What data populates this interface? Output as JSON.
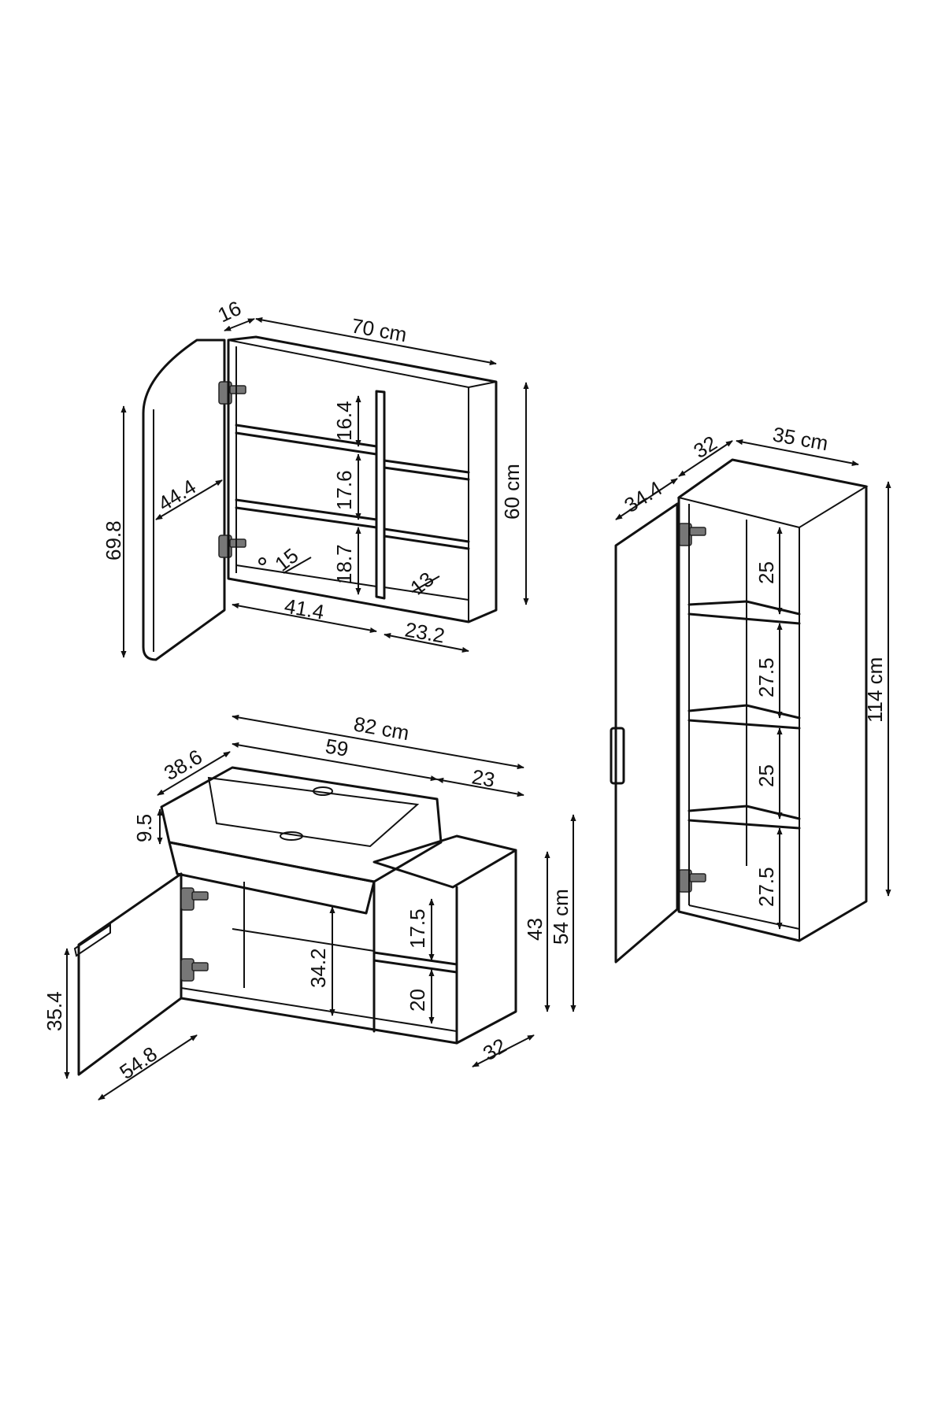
{
  "mirror_cabinet": {
    "depth": "16",
    "width": "70 cm",
    "height": "60 cm",
    "door_height": "69.8",
    "door_width": "44.4",
    "shelf_top": "16.4",
    "shelf_mid": "17.6",
    "shelf_low": "18.7",
    "inner_depth_left": "15",
    "inner_depth_right": "13",
    "bottom_left": "41.4",
    "bottom_right": "23.2"
  },
  "tall_cabinet": {
    "width": "35 cm",
    "depth": "32",
    "door_width": "34.4",
    "height": "114 cm",
    "shelf_1": "25",
    "shelf_2": "27.5",
    "shelf_3": "25",
    "shelf_4": "27.5"
  },
  "vanity": {
    "width": "82 cm",
    "basin_width": "59",
    "side_width": "23",
    "basin_depth": "38.6",
    "basin_height": "9.5",
    "inner_height": "34.2",
    "side_shelf_1": "17.5",
    "side_shelf_2": "20",
    "body_height": "43",
    "total_height": "54 cm",
    "depth": "32",
    "door_height": "35.4",
    "door_width": "54.8"
  }
}
